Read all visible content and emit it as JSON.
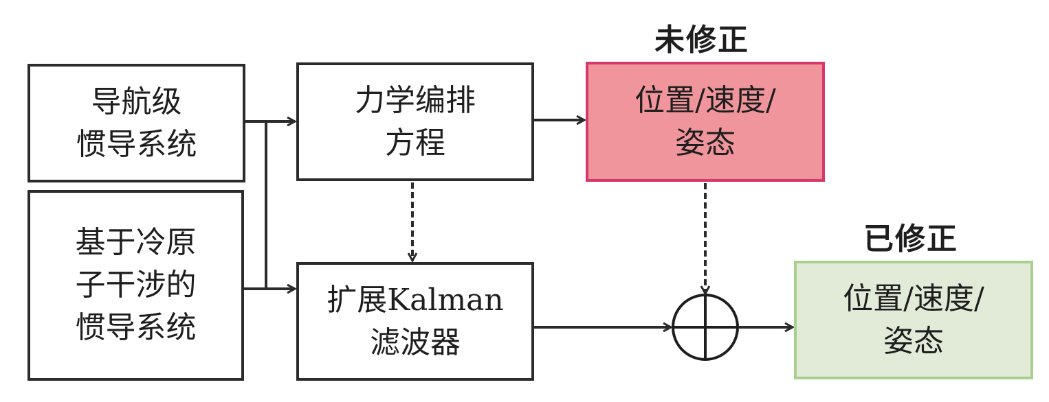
{
  "diagram": {
    "nodes": {
      "nav_ins": {
        "lines": [
          "导航级",
          "惯导系统"
        ]
      },
      "cold_atom_ins": {
        "lines": [
          "基于冷原",
          "子干涉的",
          "惯导系统"
        ]
      },
      "mechanization": {
        "lines": [
          "力学编排",
          "方程"
        ]
      },
      "ekf": {
        "lines": [
          "扩展Kalman",
          "滤波器"
        ]
      },
      "uncorrected": {
        "title": "未修正",
        "lines": [
          "位置/速度/",
          "姿态"
        ]
      },
      "corrected": {
        "title": "已修正",
        "lines": [
          "位置/速度/",
          "姿态"
        ]
      }
    },
    "summing_junction": {
      "symbol": "⊕"
    },
    "edges": [
      {
        "from": "nav_ins",
        "to": "mechanization",
        "style": "solid"
      },
      {
        "from": "nav_ins",
        "to": "ekf",
        "style": "solid"
      },
      {
        "from": "cold_atom_ins",
        "to": "ekf",
        "style": "solid"
      },
      {
        "from": "mechanization",
        "to": "uncorrected",
        "style": "solid"
      },
      {
        "from": "mechanization",
        "to": "ekf",
        "style": "dashed"
      },
      {
        "from": "uncorrected",
        "to": "summing_junction",
        "style": "dashed"
      },
      {
        "from": "ekf",
        "to": "summing_junction",
        "style": "solid"
      },
      {
        "from": "summing_junction",
        "to": "corrected",
        "style": "solid"
      }
    ],
    "colors": {
      "stroke": "#2b2b2b",
      "uncorrected_fill": "#f0959c",
      "uncorrected_border": "#d9376a",
      "corrected_fill": "#e2ebd8",
      "corrected_border": "#a9cf8e"
    }
  }
}
